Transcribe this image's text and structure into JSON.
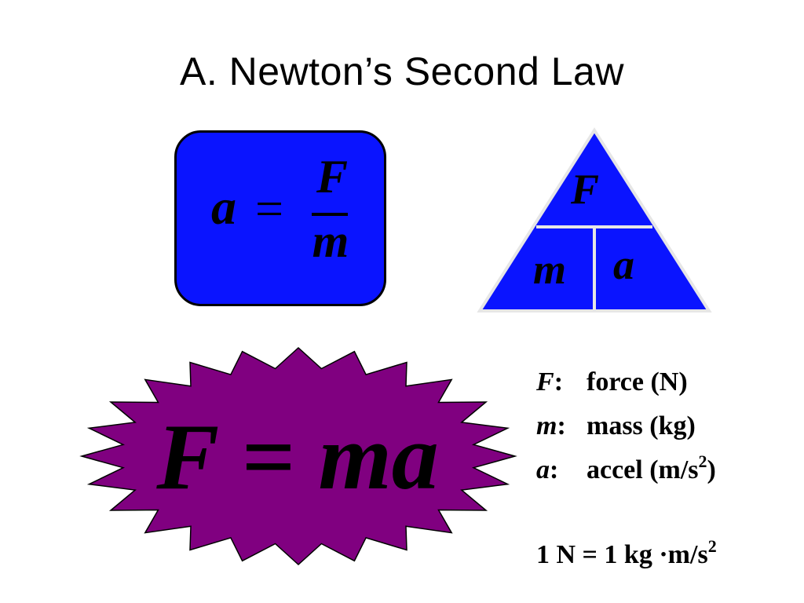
{
  "slide": {
    "title": "A. Newton’s Second Law"
  },
  "formula_box": {
    "lhs": "a",
    "equals": "=",
    "numerator": "F",
    "denominator": "m",
    "fill_color": "#0a14ff"
  },
  "triangle": {
    "top": "F",
    "bottom_left": "m",
    "bottom_right": "a",
    "fill_color": "#0a14ff"
  },
  "burst": {
    "text": "F = ma",
    "fill_color": "#800080"
  },
  "definitions": [
    {
      "symbol": "F",
      "colon": ":",
      "text": "force (N)"
    },
    {
      "symbol": "m",
      "colon": ":",
      "text": "mass (kg)"
    },
    {
      "symbol": "a",
      "colon": ":",
      "text": "accel (m/s",
      "superscript": "2",
      "suffix": ")"
    }
  ],
  "unit_equation": {
    "text": "1 N = 1 kg ·m/s",
    "superscript": "2"
  }
}
